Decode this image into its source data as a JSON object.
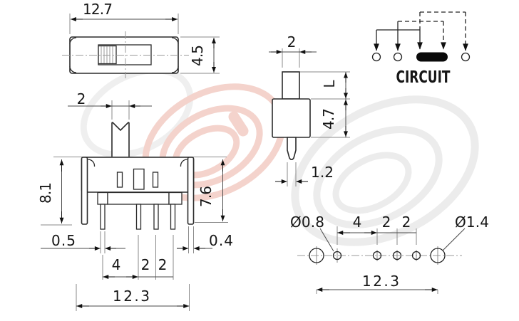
{
  "drawing": {
    "top_view": {
      "width": "12.7",
      "height": "4.5"
    },
    "front_view": {
      "knob_width": "2",
      "overall_height": "8.1",
      "body_pin_height": "7.6",
      "pin_edge_offset": "0.5",
      "bracket_thickness": "0.4",
      "pitch_1": "4",
      "pitch_2": "2",
      "pitch_3": "2",
      "span": "12.3"
    },
    "side_view": {
      "knob_width": "2",
      "knob_height": "L",
      "body_height": "4.7",
      "pin_width": "1.2"
    },
    "circuit": {
      "label": "CIRCUIT"
    },
    "pcb_layout": {
      "small_hole_dia": "Ø0.8",
      "large_hole_dia": "Ø1.4",
      "pitch_1": "4",
      "pitch_2": "2",
      "pitch_3": "2",
      "span": "12.3"
    }
  },
  "colors": {
    "watermark_pink": "#f4d3cc",
    "watermark_gray": "#ececec",
    "line": "#2b2b2b",
    "contact_bar": "#0a0a0a"
  }
}
